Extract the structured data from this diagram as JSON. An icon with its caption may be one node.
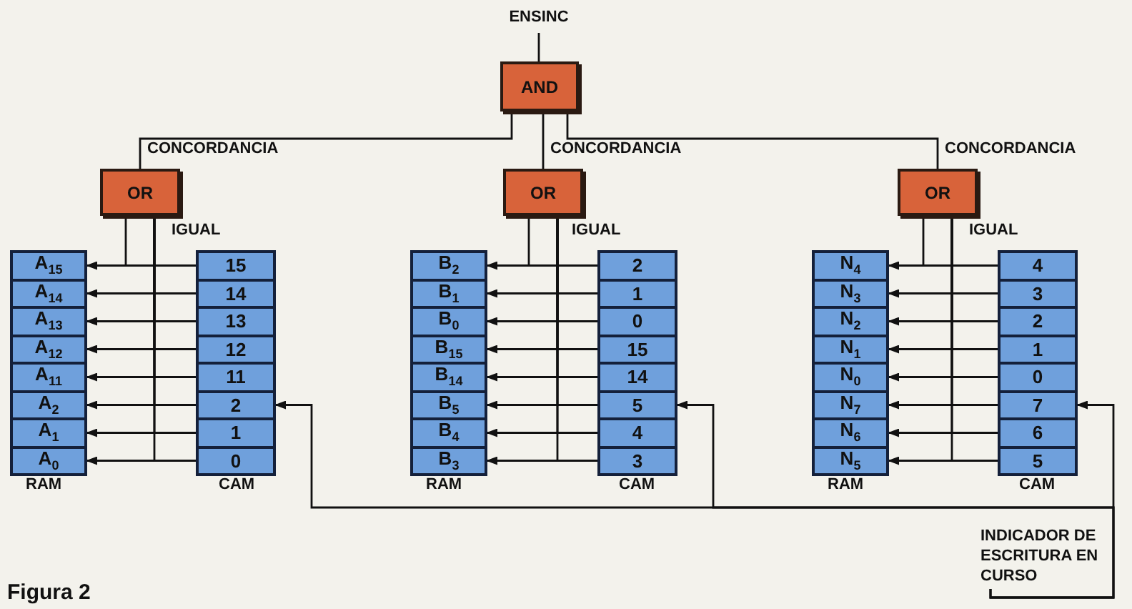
{
  "diagram": {
    "caption": "Figura 2",
    "nodes": [
      {
        "text": [
          "ENSINC"
        ]
      },
      {
        "text": [
          "AND"
        ]
      },
      {
        "text": [
          "OR"
        ]
      },
      {
        "text": [
          "OR"
        ]
      },
      {
        "text": [
          "OR"
        ]
      },
      {
        "text": [
          "A$_{15}$"
        ]
      },
      {
        "text": [
          "A$_{14}$"
        ]
      },
      {
        "text": [
          "A$_{13}$"
        ]
      },
      {
        "text": [
          "A$_{12}$"
        ]
      },
      {
        "text": [
          "A$_{11}$"
        ]
      },
      {
        "text": [
          "A$_{2}$"
        ]
      },
      {
        "text": [
          "A$_{1}$"
        ]
      },
      {
        "text": [
          "A$_{0}$"
        ]
      },
      {
        "text": [
          "15"
        ]
      },
      {
        "text": [
          "14"
        ]
      },
      {
        "text": [
          "13"
        ]
      },
      {
        "text": [
          "12"
        ]
      },
      {
        "text": [
          "11"
        ]
      },
      {
        "text": [
          "2"
        ]
      },
      {
        "text": [
          "1"
        ]
      },
      {
        "text": [
          "0"
        ]
      },
      {
        "text": [
          "B$_{2}$"
        ]
      },
      {
        "text": [
          "B$_{1}$"
        ]
      },
      {
        "text": [
          "B$_{0}$"
        ]
      },
      {
        "text": [
          "B$_{15}$"
        ]
      },
      {
        "text": [
          "B$_{14}$"
        ]
      },
      {
        "text": [
          "B$_{5}$"
        ]
      },
      {
        "text": [
          "B$_{4}$"
        ]
      },
      {
        "text": [
          "B$_{3}$"
        ]
      },
      {
        "text": [
          "2"
        ]
      },
      {
        "text": [
          "1"
        ]
      },
      {
        "text": [
          "0"
        ]
      },
      {
        "text": [
          "15"
        ]
      },
      {
        "text": [
          "14"
        ]
      },
      {
        "text": [
          "5"
        ]
      },
      {
        "text": [
          "4"
        ]
      },
      {
        "text": [
          "3"
        ]
      },
      {
        "text": [
          "N$_{4}$"
        ]
      },
      {
        "text": [
          "N$_{3}$"
        ]
      },
      {
        "text": [
          "N$_{2}$"
        ]
      },
      {
        "text": [
          "N$_{1}$"
        ]
      },
      {
        "text": [
          "N$_{0}$"
        ]
      },
      {
        "text": [
          "N$_{7}$"
        ]
      },
      {
        "text": [
          "N$_{6}$"
        ]
      },
      {
        "text": [
          "N$_{5}$"
        ]
      },
      {
        "text": [
          "4"
        ]
      },
      {
        "text": [
          "3"
        ]
      },
      {
        "text": [
          "2"
        ]
      },
      {
        "text": [
          "1"
        ]
      },
      {
        "text": [
          "0"
        ]
      },
      {
        "text": [
          "7"
        ]
      },
      {
        "text": [
          "6"
        ]
      },
      {
        "text": [
          "5"
        ]
      },
      {
        "text": [
          "INDICADOR DE ESCRITURA EN CURSO"
        ]
      }
    ],
    "edges": [
      {
        "from": 0,
        "to": 1,
        "arrow": "none"
      },
      {
        "from": 2,
        "to": 1,
        "arrow": "none",
        "label": "CONCORDANCIA"
      },
      {
        "from": 3,
        "to": 1,
        "arrow": "none",
        "label": "CONCORDANCIA"
      },
      {
        "from": 4,
        "to": 1,
        "arrow": "none",
        "label": "CONCORDANCIA"
      },
      {
        "from": 13,
        "to": 5,
        "arrow": "to"
      },
      {
        "from": 14,
        "to": 6,
        "arrow": "to"
      },
      {
        "from": 15,
        "to": 7,
        "arrow": "to"
      },
      {
        "from": 16,
        "to": 8,
        "arrow": "to"
      },
      {
        "from": 17,
        "to": 9,
        "arrow": "to"
      },
      {
        "from": 18,
        "to": 10,
        "arrow": "to"
      },
      {
        "from": 19,
        "to": 11,
        "arrow": "to"
      },
      {
        "from": 20,
        "to": 12,
        "arrow": "to"
      },
      {
        "from": 29,
        "to": 21,
        "arrow": "to"
      },
      {
        "from": 30,
        "to": 22,
        "arrow": "to"
      },
      {
        "from": 31,
        "to": 23,
        "arrow": "to"
      },
      {
        "from": 32,
        "to": 24,
        "arrow": "to"
      },
      {
        "from": 33,
        "to": 25,
        "arrow": "to"
      },
      {
        "from": 34,
        "to": 26,
        "arrow": "to"
      },
      {
        "from": 35,
        "to": 27,
        "arrow": "to"
      },
      {
        "from": 36,
        "to": 28,
        "arrow": "to"
      },
      {
        "from": 45,
        "to": 37,
        "arrow": "to"
      },
      {
        "from": 46,
        "to": 38,
        "arrow": "to"
      },
      {
        "from": 47,
        "to": 39,
        "arrow": "to"
      },
      {
        "from": 48,
        "to": 40,
        "arrow": "to"
      },
      {
        "from": 49,
        "to": 41,
        "arrow": "to"
      },
      {
        "from": 50,
        "to": 42,
        "arrow": "to"
      },
      {
        "from": 51,
        "to": 43,
        "arrow": "to"
      },
      {
        "from": 52,
        "to": 44,
        "arrow": "to"
      },
      {
        "from": 53,
        "to": 18,
        "arrow": "to"
      },
      {
        "from": 53,
        "to": 34,
        "arrow": "to"
      },
      {
        "from": 53,
        "to": 50,
        "arrow": "to"
      },
      {
        "from": 13,
        "to": 2,
        "arrow": "none"
      },
      {
        "from": 14,
        "to": 2,
        "arrow": "none"
      },
      {
        "from": 15,
        "to": 2,
        "arrow": "none"
      },
      {
        "from": 16,
        "to": 2,
        "arrow": "none"
      },
      {
        "from": 17,
        "to": 2,
        "arrow": "none"
      },
      {
        "from": 18,
        "to": 2,
        "arrow": "none"
      },
      {
        "from": 19,
        "to": 2,
        "arrow": "none"
      },
      {
        "from": 20,
        "to": 2,
        "arrow": "none"
      },
      {
        "from": 29,
        "to": 3,
        "arrow": "none"
      },
      {
        "from": 30,
        "to": 3,
        "arrow": "none"
      },
      {
        "from": 31,
        "to": 3,
        "arrow": "none"
      },
      {
        "from": 32,
        "to": 3,
        "arrow": "none"
      },
      {
        "from": 33,
        "to": 3,
        "arrow": "none"
      },
      {
        "from": 34,
        "to": 3,
        "arrow": "none"
      },
      {
        "from": 35,
        "to": 3,
        "arrow": "none"
      },
      {
        "from": 36,
        "to": 3,
        "arrow": "none"
      },
      {
        "from": 45,
        "to": 4,
        "arrow": "none"
      },
      {
        "from": 46,
        "to": 4,
        "arrow": "none"
      },
      {
        "from": 47,
        "to": 4,
        "arrow": "none"
      },
      {
        "from": 48,
        "to": 4,
        "arrow": "none"
      },
      {
        "from": 49,
        "to": 4,
        "arrow": "none"
      },
      {
        "from": 50,
        "to": 4,
        "arrow": "none"
      },
      {
        "from": 51,
        "to": 4,
        "arrow": "none"
      },
      {
        "from": 52,
        "to": 4,
        "arrow": "none"
      }
    ],
    "labels": [
      "IGUAL",
      "IGUAL",
      "IGUAL",
      "RAM",
      "CAM",
      "RAM",
      "CAM",
      "RAM",
      "CAM"
    ]
  }
}
